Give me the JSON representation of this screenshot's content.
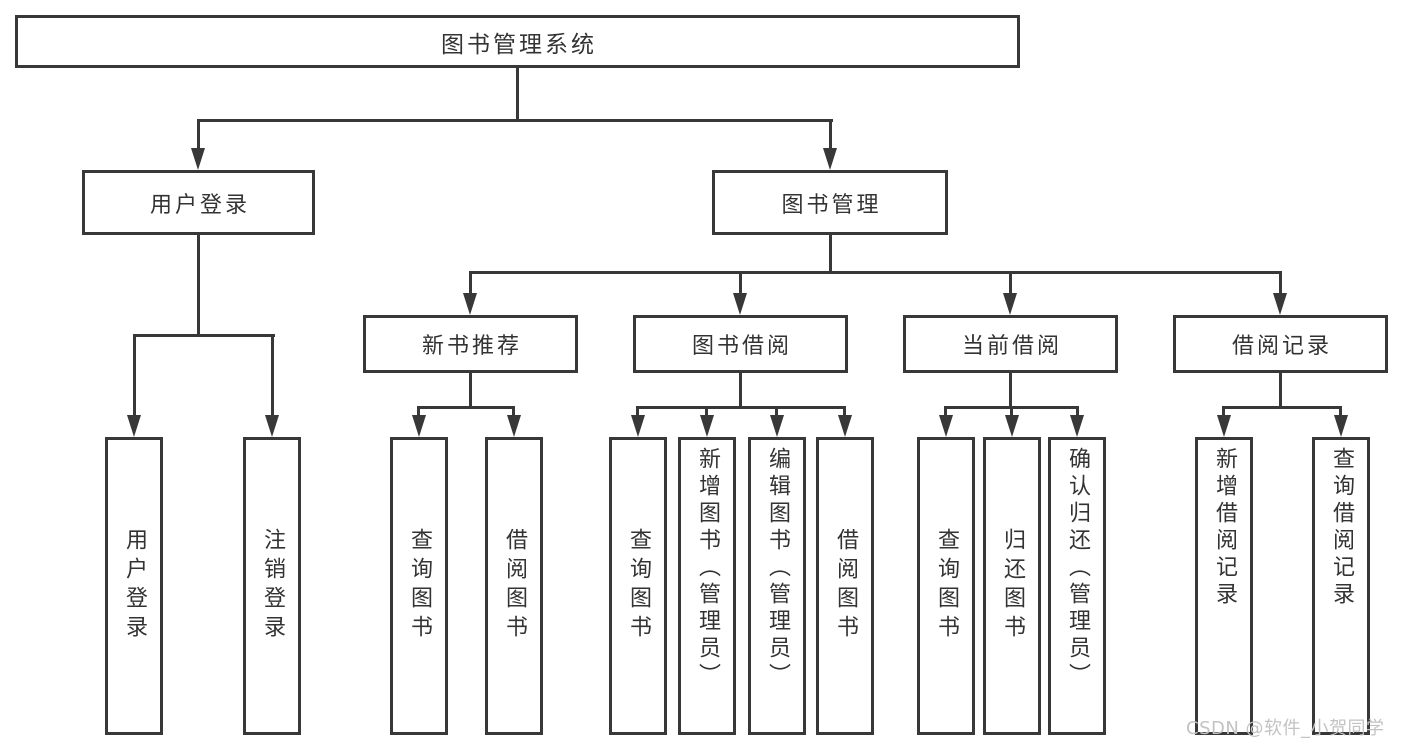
{
  "nodes": {
    "root": {
      "label": "图书管理系统"
    },
    "user_login": {
      "label": "用户登录",
      "children": [
        {
          "label": "用户登录"
        },
        {
          "label": "注销登录"
        }
      ]
    },
    "book_mgmt": {
      "label": "图书管理",
      "sections": [
        {
          "label": "新书推荐",
          "children": [
            {
              "label": "查询图书"
            },
            {
              "label": "借阅图书"
            }
          ]
        },
        {
          "label": "图书借阅",
          "children": [
            {
              "label": "查询图书"
            },
            {
              "label": "新增图书（管理员）"
            },
            {
              "label": "编辑图书（管理员）"
            },
            {
              "label": "借阅图书"
            }
          ]
        },
        {
          "label": "当前借阅",
          "children": [
            {
              "label": "查询图书"
            },
            {
              "label": "归还图书"
            },
            {
              "label": "确认归还（管理员）"
            }
          ]
        },
        {
          "label": "借阅记录",
          "children": [
            {
              "label": "新增借阅记录"
            },
            {
              "label": "查询借阅记录"
            }
          ]
        }
      ]
    }
  },
  "watermark": {
    "text": "CSDN @软件_小贺同学"
  },
  "colors": {
    "line": "#383838",
    "box_border": "#383838",
    "box_fill": "#ffffff",
    "text": "#333333",
    "watermark": "#c3c3c3",
    "background": "#ffffff"
  }
}
